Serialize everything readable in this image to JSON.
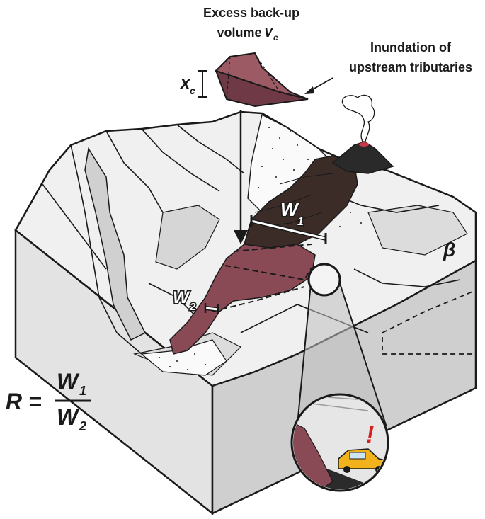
{
  "labels": {
    "volume_line1": "Excess back-up",
    "volume_line2": "volume",
    "volume_symbol": "V",
    "volume_subscript": "c",
    "inundation_line1": "Inundation of",
    "inundation_line2": "upstream tributaries",
    "depth_symbol": "x",
    "depth_subscript": "c",
    "w1_symbol": "W",
    "w1_subscript": "1",
    "w2_symbol": "W",
    "w2_subscript": "2",
    "slope_symbol": "β",
    "exclamation": "!"
  },
  "equation": {
    "lhs": "R =",
    "num_symbol": "W",
    "num_subscript": "1",
    "den_symbol": "W",
    "den_subscript": "2"
  },
  "colors": {
    "flow": "#8a4a55",
    "flow_dark": "#3a2a26",
    "terrain": "#efefef",
    "terrain_shade": "#d2d2d2",
    "side": "#e0e0e0",
    "outline": "#1a1a1a",
    "car": "#f2b21c",
    "alert": "#d42020",
    "vent": "#c8394a"
  }
}
